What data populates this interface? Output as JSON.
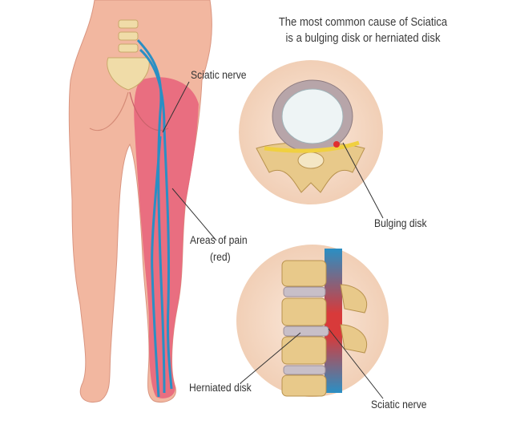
{
  "title": {
    "line1": "The most common cause of Sciatica",
    "line2": "is a bulging disk or herniated disk"
  },
  "labels": {
    "sciatic_nerve_top": "Sciatic nerve",
    "areas_of_pain": "Areas of pain",
    "areas_of_pain_note": "(red)",
    "bulging_disk": "Bulging disk",
    "herniated_disk": "Herniated disk",
    "sciatic_nerve_bottom": "Sciatic nerve"
  },
  "colors": {
    "skin": "#f2b7a0",
    "pain": "#e8627a",
    "nerve": "#2a8fc4",
    "bone": "#e8c98a",
    "circle_bg": "#f5dcc8"
  }
}
